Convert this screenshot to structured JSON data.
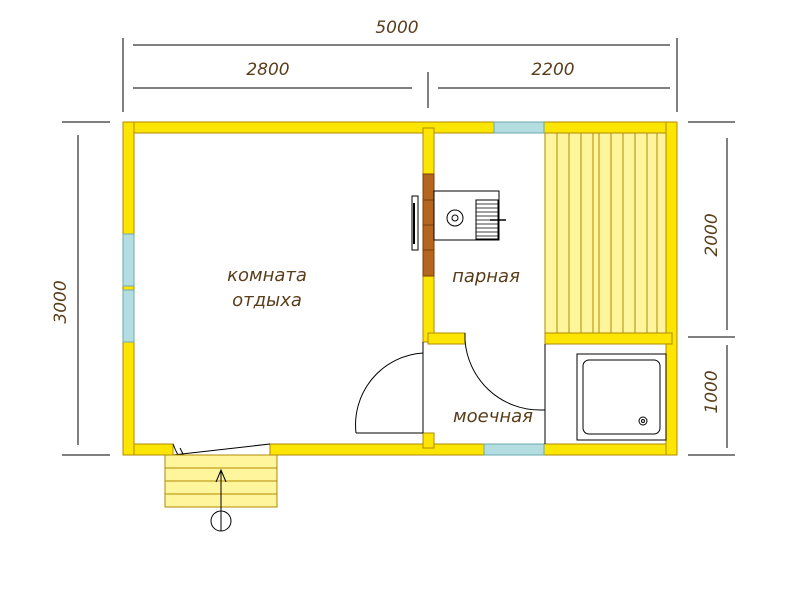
{
  "dimensions": {
    "total_width": "5000",
    "left_width": "2800",
    "right_width": "2200",
    "total_height": "3000",
    "upper_height": "2000",
    "lower_height": "1000"
  },
  "rooms": {
    "rest_room_line1": "комната",
    "rest_room_line2": "отдыха",
    "steam_room": "парная",
    "wash_room": "моечная"
  },
  "colors": {
    "wall_fill": "#fce500",
    "wall_stroke": "#b08a00",
    "window": "#b3dde0",
    "bench": "#fff59d",
    "line": "#000000",
    "text": "#5a3e1b",
    "stove_brick": "#b5651d"
  }
}
